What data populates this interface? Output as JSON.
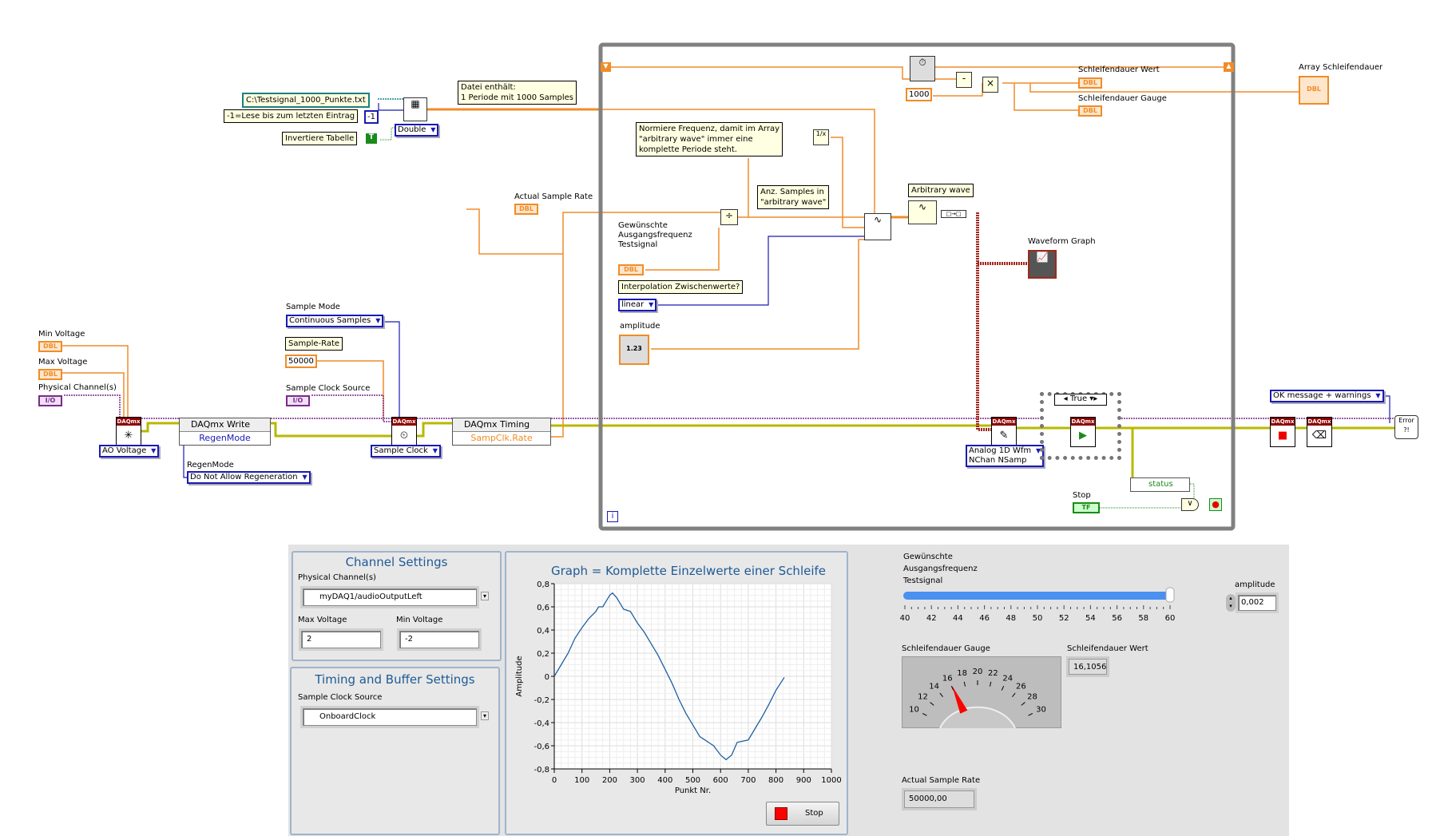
{
  "block_diagram": {
    "file_path": "C:\\Testsignal_1000_Punkte.txt",
    "read_comment": "-1=Lese bis zum letzten Eintrag",
    "read_count": "-1",
    "invert_comment": "Invertiere Tabelle",
    "invert_const": "T",
    "read_type": "Double",
    "file_comment": "Datei enthält:\n1 Periode mit 1000 Samples",
    "actual_sample_rate_label": "Actual Sample Rate",
    "dbl": "DBL",
    "io": "I/O",
    "sample_mode_label": "Sample Mode",
    "sample_mode": "Continuous Samples",
    "sample_rate_comment": "Sample-Rate",
    "sample_rate_const": "50000",
    "sample_clock_source_label": "Sample Clock Source",
    "min_voltage_label": "Min Voltage",
    "max_voltage_label": "Max Voltage",
    "physical_channel_label": "Physical Channel(s)",
    "daqmx": "DAQmx",
    "ao_voltage": "AO Voltage",
    "write_node_title": "DAQmx Write",
    "write_node_prop": "RegenMode",
    "regen_label": "RegenMode",
    "regen_value": "Do Not Allow Regeneration",
    "sample_clock": "Sample Clock",
    "timing_node_title": "DAQmx Timing",
    "timing_node_prop": "SampClk.Rate",
    "const_1000": "1000",
    "schleifendauer_wert_label": "Schleifendauer Wert",
    "schleifendauer_gauge_label": "Schleifendauer Gauge",
    "array_label": "Array Schleifendauer",
    "normiere_comment": "Normiere Frequenz, damit im Array\n\"arbitrary wave\" immer eine\nkomplette Periode steht.",
    "anz_comment": "Anz. Samples in\n\"arbitrary wave\"",
    "freq_label": "Gewünschte\nAusgangsfrequenz\nTestsignal",
    "interp_comment": "Interpolation Zwischenwerte?",
    "interp_value": "linear",
    "amplitude_label": "amplitude",
    "amplitude_icon": "1.23",
    "arbitrary_comment": "Arbitrary wave",
    "waveform_graph_label": "Waveform Graph",
    "write_type": "Analog 1D Wfm\nNChan NSamp",
    "case_selector": "True",
    "status": "status",
    "stop_label": "Stop",
    "stop_const": "TF",
    "iteration": "i",
    "error_mode": "OK message + warnings",
    "error_icon": "Error ?!",
    "or_symbol": "∨",
    "subtract_symbol": "-",
    "multiply_symbol": "×",
    "divide_symbol": "÷",
    "reciprocal_symbol": "1/x"
  },
  "front_panel": {
    "channel_settings": {
      "title": "Channel Settings",
      "physical_channel_label": "Physical Channel(s)",
      "physical_channel": "myDAQ1/audioOutputLeft",
      "max_voltage_label": "Max Voltage",
      "max_voltage": "2",
      "min_voltage_label": "Min Voltage",
      "min_voltage": "-2"
    },
    "timing_settings": {
      "title": "Timing and Buffer Settings",
      "sample_clock_source_label": "Sample Clock Source",
      "sample_clock_source": "OnboardClock"
    },
    "stop_button": "Stop",
    "freq_slider": {
      "label": "Gewünschte\nAusgangsfrequenz\nTestsignal",
      "min": 40,
      "max": 60,
      "value": 60,
      "ticks": [
        "40",
        "42",
        "44",
        "46",
        "48",
        "50",
        "52",
        "54",
        "56",
        "58",
        "60"
      ],
      "color": "#4a90f0"
    },
    "amplitude": {
      "label": "amplitude",
      "value": "0,002"
    },
    "gauge": {
      "label": "Schleifendauer Gauge",
      "min": 10,
      "max": 30,
      "value": 16.1056,
      "ticks": [
        "10",
        "12",
        "14",
        "16",
        "18",
        "20",
        "22",
        "24",
        "26",
        "28",
        "30"
      ],
      "needle_color": "#ff0000"
    },
    "schleifendauer_wert": {
      "label": "Schleifendauer Wert",
      "value": "16,1056"
    },
    "actual_sample_rate": {
      "label": "Actual Sample Rate",
      "value": "50000,00"
    }
  },
  "chart_data": {
    "type": "line",
    "title": "Graph = Komplette Einzelwerte einer Schleife",
    "xlabel": "Punkt Nr.",
    "ylabel": "Amplitude",
    "xlim": [
      0,
      1000
    ],
    "ylim": [
      -0.8,
      0.8
    ],
    "xticks": [
      "0",
      "100",
      "200",
      "300",
      "400",
      "500",
      "600",
      "700",
      "800",
      "900",
      "1000"
    ],
    "yticks": [
      "0,8",
      "0,6",
      "0,4",
      "0,2",
      "0",
      "-0,2",
      "-0,4",
      "-0,6",
      "-0,8"
    ],
    "grid": true,
    "color": "#1f5fa0",
    "x": [
      0,
      25,
      50,
      75,
      100,
      125,
      150,
      160,
      175,
      200,
      210,
      225,
      250,
      275,
      300,
      325,
      350,
      375,
      400,
      425,
      450,
      475,
      500,
      525,
      550,
      575,
      600,
      620,
      640,
      660,
      700,
      725,
      750,
      775,
      800,
      830
    ],
    "y": [
      0,
      0.1,
      0.2,
      0.33,
      0.42,
      0.5,
      0.56,
      0.6,
      0.6,
      0.7,
      0.72,
      0.68,
      0.58,
      0.56,
      0.46,
      0.38,
      0.28,
      0.18,
      0.06,
      -0.06,
      -0.2,
      -0.32,
      -0.42,
      -0.52,
      -0.56,
      -0.6,
      -0.68,
      -0.72,
      -0.68,
      -0.57,
      -0.55,
      -0.45,
      -0.35,
      -0.24,
      -0.12,
      -0.01
    ]
  }
}
